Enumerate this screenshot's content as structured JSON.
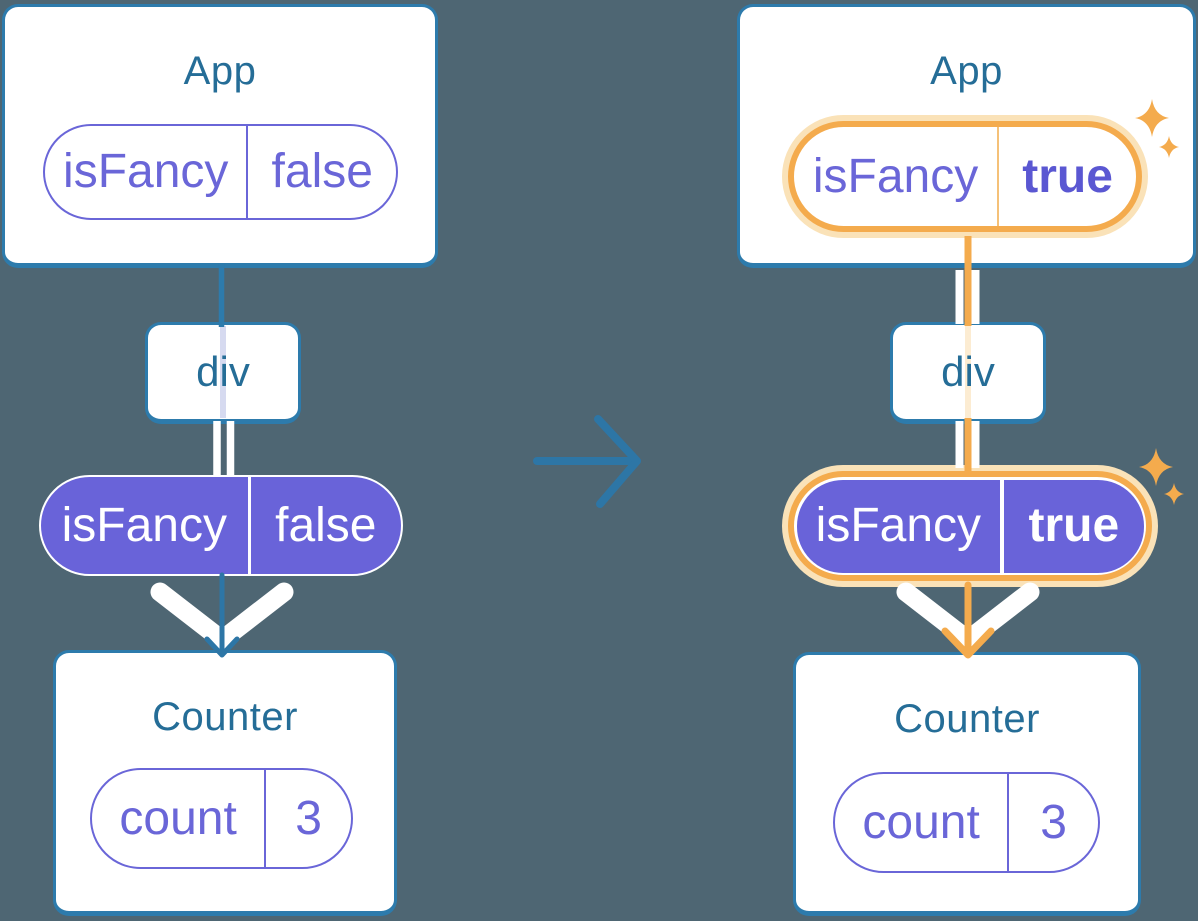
{
  "colors": {
    "background": "#4e6673",
    "card_border_blue": "#2d7bac",
    "title_text_blue": "#256d97",
    "arrow_steel_blue": "#2d76a6",
    "prop_purple": "#6a66d8",
    "state_pill_purple": "#6963d9",
    "highlight_orange": "#f4ab4d",
    "highlight_glow_orange": "#fae2b8",
    "pale_orange_stripe": "#fcecd2",
    "pale_lavender_stripe": "#d6daf0",
    "white": "#ffffff"
  },
  "icons": {
    "transition_arrow": "right-arrow-icon",
    "sparkle": "four-point-sparkle-icon",
    "prop_flow_arrow": "down-chevron-arrow-icon"
  },
  "before": {
    "app": {
      "title": "App",
      "prop_name": "isFancy",
      "prop_value": "false"
    },
    "div": {
      "label": "div"
    },
    "passed_prop": {
      "name": "isFancy",
      "value": "false"
    },
    "counter": {
      "title": "Counter",
      "state_name": "count",
      "state_value": "3"
    }
  },
  "after": {
    "app": {
      "title": "App",
      "prop_name": "isFancy",
      "prop_value": "true"
    },
    "div": {
      "label": "div"
    },
    "passed_prop": {
      "name": "isFancy",
      "value": "true"
    },
    "counter": {
      "title": "Counter",
      "state_name": "count",
      "state_value": "3"
    }
  }
}
